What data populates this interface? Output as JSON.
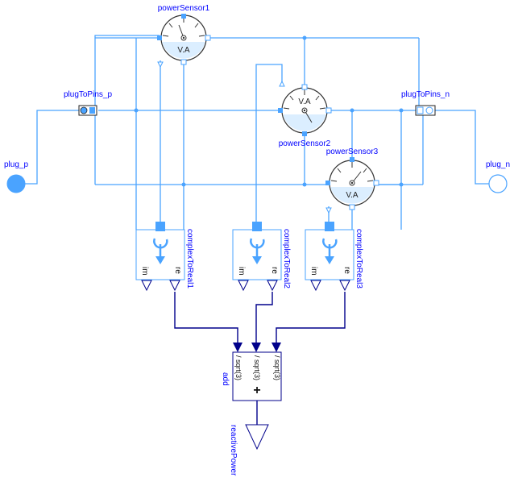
{
  "labels": {
    "power_sensor_1": "powerSensor1",
    "power_sensor_2": "powerSensor2",
    "power_sensor_3": "powerSensor3",
    "plug_to_pins_p": "plugToPins_p",
    "plug_to_pins_n": "plugToPins_n",
    "plug_p": "plug_p",
    "plug_n": "plug_n",
    "complex_to_real_1": "complexToReal1",
    "complex_to_real_2": "complexToReal2",
    "complex_to_real_3": "complexToReal3",
    "add": "add",
    "reactive_power": "reactivePower"
  },
  "sensor_text": "V.A",
  "complex_to_real_ports": {
    "im": "im",
    "re": "re"
  },
  "add_inputs": [
    "/ sqrt(3)",
    "/ sqrt(3)",
    "/ sqrt(3)"
  ],
  "add_symbol": "+",
  "colors": {
    "electrical_wire": "#4aa3ff",
    "signal_wire": "#00008b",
    "label_text": "#0000ff",
    "plug_fill": "#4aa3ff"
  }
}
